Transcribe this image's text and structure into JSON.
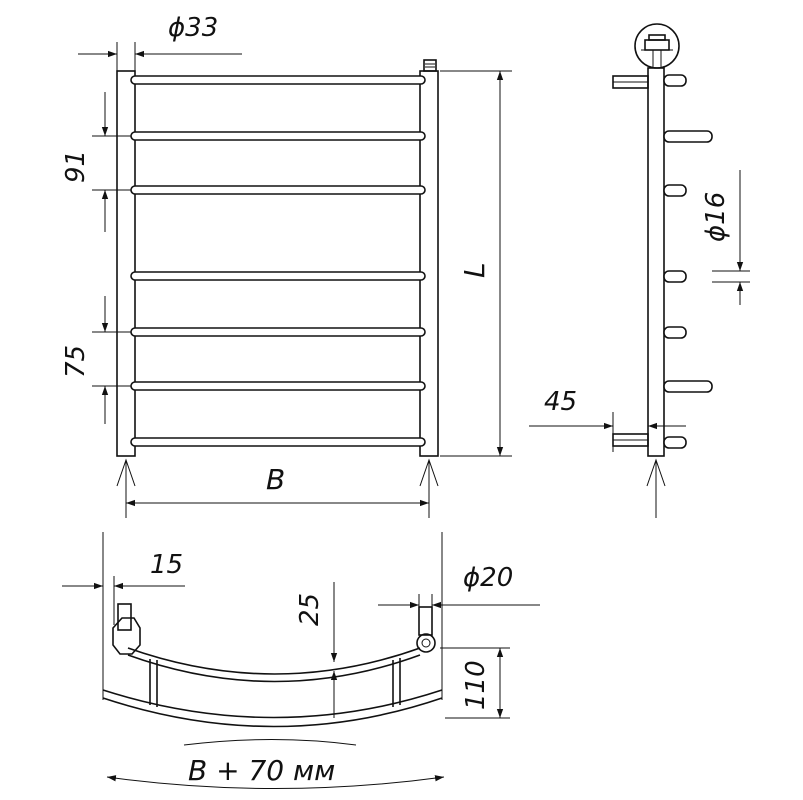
{
  "dimensions": {
    "d_collector": "ϕ33",
    "step_top": "91",
    "step_bottom": "75",
    "height": "L",
    "width": "B",
    "d_bar": "ϕ16",
    "offset": "45",
    "plan_offset": "15",
    "d_connection": "ϕ20",
    "bow_depth": "25",
    "depth": "110",
    "arc_width": "B + 70 мм"
  }
}
